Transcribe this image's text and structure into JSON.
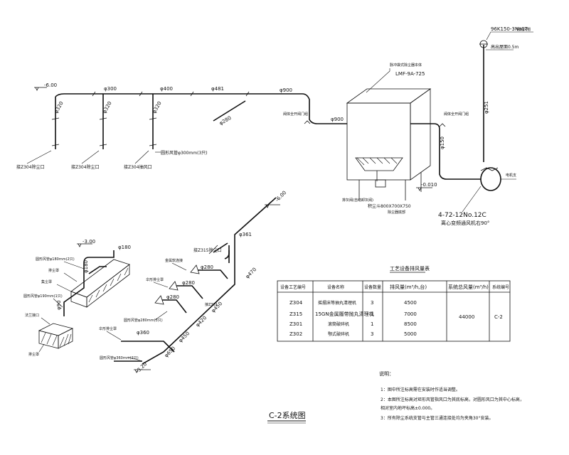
{
  "drawing": {
    "title": "C-2系统图",
    "labels": {
      "fan_model_top": "96K150-3No17",
      "fan_model_top_suffix": "钢制风帽",
      "stack_height": "高出屋面0.5m",
      "dust_collector_note": "脉冲袋式除尘器本体",
      "dust_collector_model": "LMF-9A-725",
      "inlet_valve_left": "阀体全开阀门组",
      "inlet_valve_right": "阀体全开阀门组",
      "fan_main_model": "4-72-12No.12C",
      "fan_main_note": "离心变频通风机右90°",
      "dust_box": "排灰阀(自动卸灰阀)",
      "hopper_size": "积尘斗800X700X750",
      "hopper_bottom": "除尘器底部",
      "motor_label": "电机支",
      "duct_label_1": "接Z304除尘口",
      "duct_label_2": "接Z304除尘口",
      "duct_label_3": "接Z304抽风口",
      "duct_note_300": "圆形风管φ300mm(3只)",
      "left_duct_note_180": "圆形风管φ180mm(2只)",
      "left_duct_note_190": "圆形风管φ190mm(1只)",
      "left_hood_1": "排尘罩",
      "left_hood_2": "集尘罩",
      "left_flange": "法兰接口",
      "z315_label": "接Z315除尘口",
      "hood_flange": "金属软连接",
      "hood_mid": "伞形排尘罩",
      "duct_note_280": "圆形风管φ280mm(3只)",
      "duct_note_360": "圆形风管φ360mm(2只)",
      "z301_label": "接Z301"
    },
    "elevations": {
      "e1": "-6.00",
      "e2": "-6.00",
      "e3": "-3.00",
      "e4": "-3.20",
      "e5": "-0.010"
    },
    "diameters": {
      "d320": "φ320",
      "d300": "φ300",
      "d400": "φ400",
      "d481": "φ481",
      "d900": "φ900",
      "d900b": "φ900",
      "d280a": "φ280",
      "d280b": "φ280",
      "d150": "φ150",
      "d251": "φ251",
      "d180": "φ180",
      "d180b": "φ180",
      "d90": "φ90",
      "d361": "φ361",
      "d280c": "φ280",
      "d280d": "φ280",
      "d280e": "φ280",
      "d420": "φ420",
      "d450": "φ450",
      "d470": "φ470",
      "d360": "φ360",
      "d450b": "φ450",
      "d360b": "φ360",
      "d650": "φ650"
    }
  },
  "table": {
    "title": "工艺设备排风量表",
    "headers": [
      "设备工艺编号",
      "设备名称",
      "设备数量",
      "排风量(m³/h,台)",
      "系统总风量(m³/h)",
      "系统编号"
    ],
    "rows": [
      [
        "Z304",
        "摇摆床等抽丸清理机",
        "3",
        "4500"
      ],
      [
        "Z315",
        "15GN金属履带抛丸清理机",
        "1",
        "7000"
      ],
      [
        "Z301",
        "滚筒破碎机",
        "1",
        "8500"
      ],
      [
        "Z302",
        "颚式破碎机",
        "3",
        "5000"
      ]
    ],
    "total": "44000",
    "system": "C-2"
  },
  "notes": {
    "heading": "说明：",
    "items": [
      "1：图中所注标高需在安装时作适当调整。",
      "2：本图所注标高对矩形风管指风口为其底标高，对圆形风口为其中心标高，",
      "    相对室内地坪标高±0.000。",
      "3：所有除尘系统支管与主管三通连接处均为夹角30°安装。"
    ]
  }
}
